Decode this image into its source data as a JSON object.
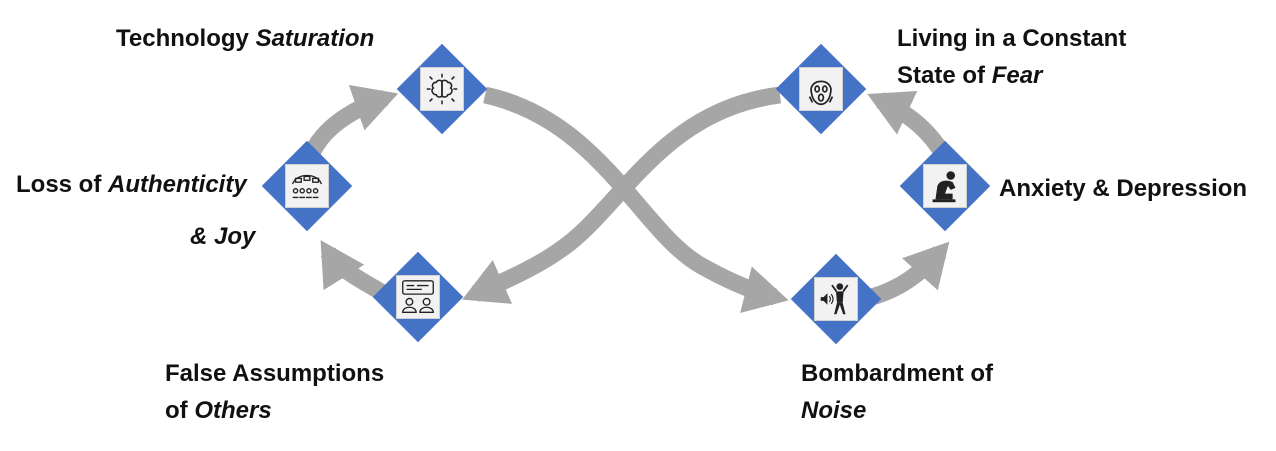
{
  "nodes": [
    {
      "id": "technology",
      "plain": "Technology ",
      "emph": "Saturation",
      "icon": "brain-network-icon"
    },
    {
      "id": "fear",
      "line1": "Living in a Constant",
      "plain": "State of ",
      "emph": "Fear",
      "icon": "scream-face-icon"
    },
    {
      "id": "authenticity",
      "plain": "Loss of ",
      "emph": "Authenticity",
      "line2": "& Joy",
      "icon": "audience-crowd-icon"
    },
    {
      "id": "anxiety",
      "text": "Anxiety & Depression",
      "icon": "head-in-hands-icon"
    },
    {
      "id": "assumptions",
      "line1": "False Assumptions",
      "plain": "of ",
      "emph": "Others",
      "icon": "people-speech-icon"
    },
    {
      "id": "noise",
      "line1": "Bombardment of",
      "emph": "Noise",
      "icon": "loud-noise-icon"
    }
  ],
  "colors": {
    "arrow": "#a6a6a6",
    "diamond": "#4472c4",
    "icon_bg": "#f2f2f2",
    "text": "#111111"
  }
}
